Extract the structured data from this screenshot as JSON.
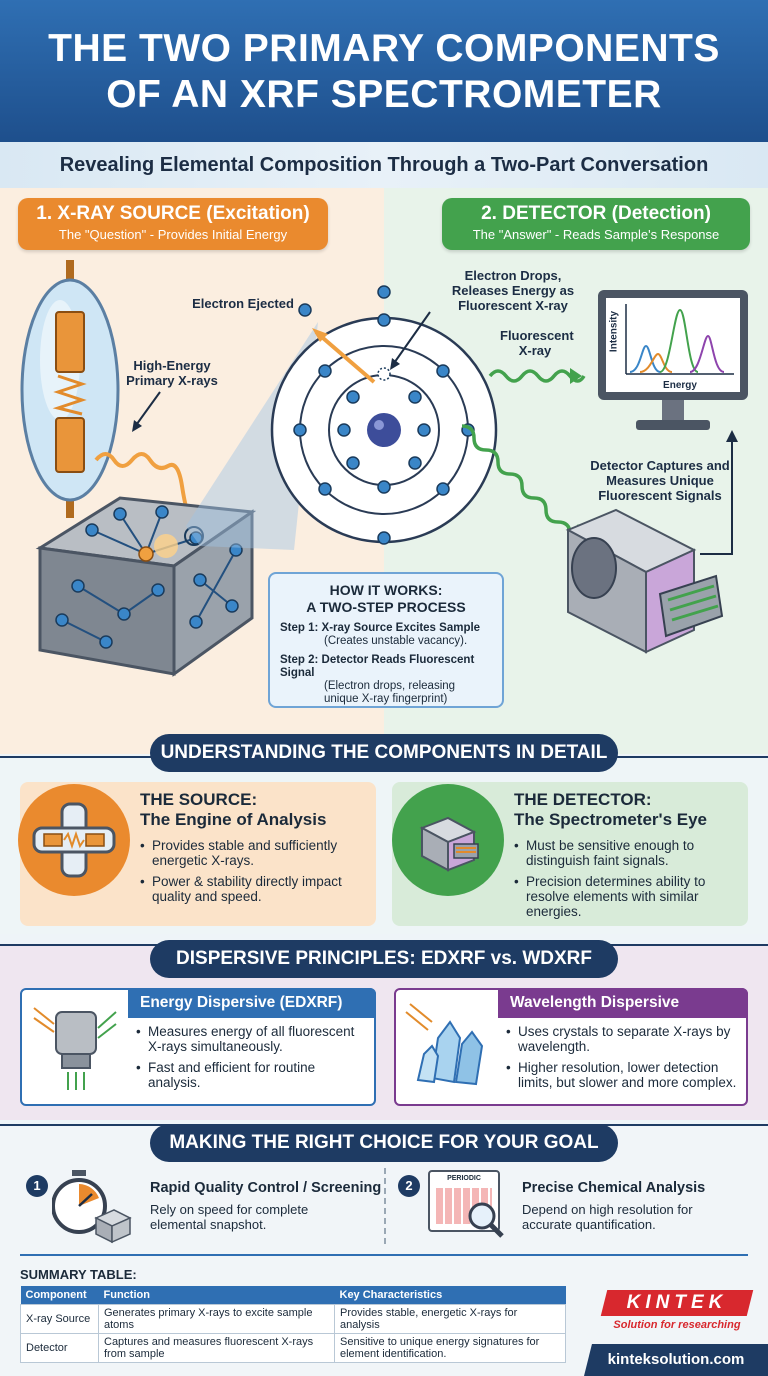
{
  "header": {
    "title_line1": "THE TWO PRIMARY COMPONENTS",
    "title_line2": "OF AN XRF SPECTROMETER",
    "subtitle": "Revealing Elemental Composition Through a Two-Part Conversation"
  },
  "source_pill": {
    "title": "1. X-RAY SOURCE (Excitation)",
    "subtitle": "The \"Question\" - Provides Initial Energy"
  },
  "detector_pill": {
    "title": "2. DETECTOR (Detection)",
    "subtitle": "The \"Answer\" - Reads Sample's Response"
  },
  "diagram_labels": {
    "electron_ejected": "Electron Ejected",
    "primary_xrays": "High-Energy Primary X-rays",
    "electron_drops": "Electron Drops, Releases Energy as Fluorescent X-ray",
    "fluorescent_xray": "Fluorescent X-ray",
    "monitor_y_axis": "Intensity",
    "monitor_x_axis": "Energy",
    "detector_captures": "Detector Captures and Measures Unique Fluorescent Signals"
  },
  "how_it_works": {
    "title_line1": "HOW IT WORKS:",
    "title_line2": "A TWO-STEP PROCESS",
    "step1": "Step 1: X-ray Source Excites Sample",
    "step1_desc": "(Creates unstable vacancy).",
    "step2": "Step 2: Detector Reads Fluorescent Signal",
    "step2_desc": "(Electron drops, releasing unique X-ray fingerprint)"
  },
  "components_detail": {
    "banner": "UNDERSTANDING THE COMPONENTS IN DETAIL",
    "source": {
      "title_line1": "THE SOURCE:",
      "title_line2": "The Engine of Analysis",
      "bullets": [
        "Provides stable and sufficiently energetic X-rays.",
        "Power & stability directly impact quality and speed."
      ]
    },
    "detector": {
      "title_line1": "THE DETECTOR:",
      "title_line2": "The Spectrometer's Eye",
      "bullets": [
        "Must be sensitive enough to distinguish faint signals.",
        "Precision determines ability to resolve elements with similar energies."
      ]
    }
  },
  "dispersive": {
    "banner": "DISPERSIVE PRINCIPLES: EDXRF vs. WDXRF",
    "edxrf": {
      "title": "Energy Dispersive (EDXRF)",
      "bullets": [
        "Measures energy of all fluorescent X-rays simultaneously.",
        "Fast and efficient for routine analysis."
      ]
    },
    "wdxrf": {
      "title": "Wavelength Dispersive (WDXRF)",
      "bullets": [
        "Uses crystals to separate X-rays by wavelength.",
        "Higher resolution, lower detection limits, but slower and more complex."
      ]
    }
  },
  "choice": {
    "banner": "MAKING THE RIGHT CHOICE FOR YOUR GOAL",
    "option1": {
      "number": "1",
      "title": "Rapid Quality Control / Screening",
      "desc": "Rely on speed for complete elemental snapshot."
    },
    "option2": {
      "number": "2",
      "title": "Precise Chemical Analysis",
      "desc": "Depend on high resolution for accurate quantification.",
      "icon_text": "PERIODIC"
    }
  },
  "summary_table": {
    "title": "SUMMARY TABLE:",
    "headers": [
      "Component",
      "Function",
      "Key Characteristics"
    ],
    "rows": [
      [
        "X-ray Source",
        "Generates primary X-rays to excite sample atoms",
        "Provides stable, energetic X-rays for analysis"
      ],
      [
        "Detector",
        "Captures and measures fluorescent X-rays from sample",
        "Sensitive to unique energy signatures for element identification."
      ]
    ]
  },
  "brand": {
    "logo": "KINTEK",
    "tagline": "Solution for researching",
    "url": "kinteksolution.com"
  },
  "colors": {
    "source_orange": "#ea8a2e",
    "detector_green": "#43a24d",
    "navy": "#1e3b63",
    "blue": "#2f6fb3",
    "purple": "#7a3b8f",
    "brand_red": "#d8282e"
  }
}
